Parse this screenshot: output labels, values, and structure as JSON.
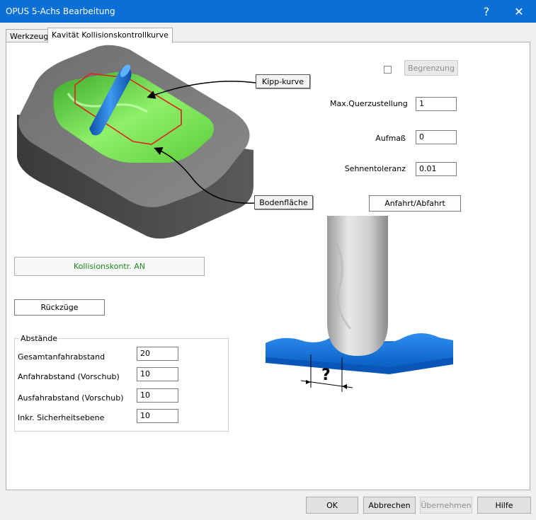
{
  "window": {
    "title": "OPUS 5-Achs Bearbeitung",
    "help_glyph": "?",
    "close_glyph": "✕"
  },
  "tabs": [
    {
      "label": "Werkzeug",
      "active": false
    },
    {
      "label": "Kavität Kollisionskontrollkurve",
      "active": true
    }
  ],
  "illustration": {
    "tilt_curve_label": "Kipp-kurve",
    "floor_label": "Bodenfläche",
    "tool_question": "?"
  },
  "form": {
    "limit_checkbox_checked": false,
    "limit_button": "Begrenzung",
    "max_stepover_label": "Max.Querzustellung",
    "max_stepover_value": "1",
    "allowance_label": "Aufmaß",
    "allowance_value": "0",
    "chord_tolerance_label": "Sehnentoleranz",
    "chord_tolerance_value": "0.01",
    "approach_button": "Anfahrt/Abfahrt",
    "collision_status": "Kollisionskontr. AN",
    "retracts_button": "Rückzüge"
  },
  "distances": {
    "group_title": "Abstände",
    "rows": [
      {
        "label": "Gesamtanfahrabstand",
        "value": "20"
      },
      {
        "label": "Anfahrabstand (Vorschub)",
        "value": "10"
      },
      {
        "label": "Ausfahrabstand (Vorschub)",
        "value": "10"
      },
      {
        "label": "Inkr. Sicherheitsebene",
        "value": "10"
      }
    ]
  },
  "footer": {
    "ok": "OK",
    "cancel": "Abbrechen",
    "apply": "Übernehmen",
    "help": "Hilfe"
  },
  "colors": {
    "titlebar": "#0a6fd6",
    "status_text": "#1a8a1a",
    "cavity_green": "#7fe05a",
    "tool_blue": "#1e78d8",
    "curve_red": "#e02020"
  }
}
